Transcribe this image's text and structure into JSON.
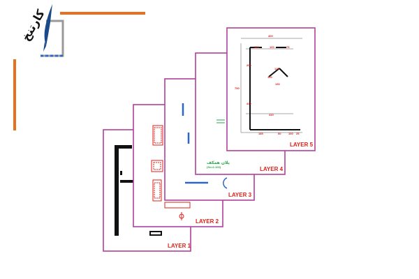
{
  "colors": {
    "page_border": "#b0409a",
    "label": "#e0201a",
    "brand_orange": "#e8711f",
    "wall": "#111111",
    "blue": "#2a67c8",
    "green": "#27a847",
    "dimension": "#e0201a"
  },
  "logo": {
    "icon": "quill-pen-logo",
    "wordmark": "کارتنخ"
  },
  "layers": [
    {
      "label": "LAYER 1"
    },
    {
      "label": "LAYER 2"
    },
    {
      "label": "LAYER 3"
    },
    {
      "label": "LAYER 4",
      "note": "پلان همکف",
      "note_sub": "(Sc=1:100)"
    },
    {
      "label": "LAYER 5"
    }
  ],
  "layer5_dimensions": [
    "400",
    "150",
    "100",
    "75",
    "200",
    "110",
    "750",
    "100",
    "150",
    "410",
    "410",
    "185",
    "60",
    "100",
    "25"
  ]
}
